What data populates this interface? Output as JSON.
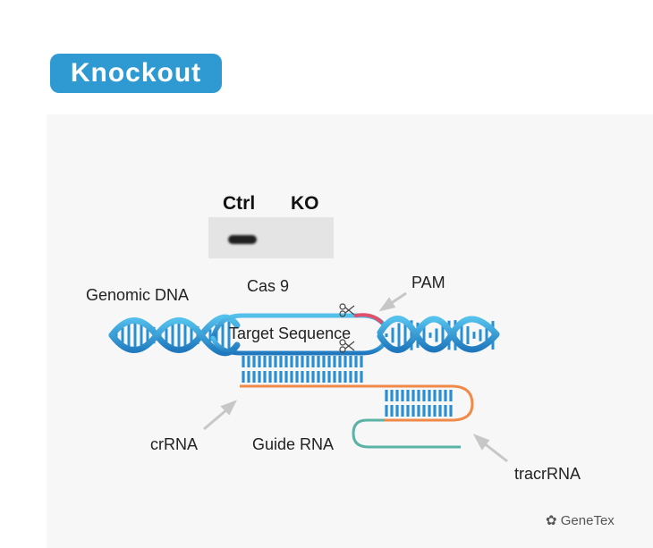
{
  "header": {
    "title": "Knockout"
  },
  "western_blot": {
    "lane1": "Ctrl",
    "lane2": "KO"
  },
  "labels": {
    "cas9": "Cas 9",
    "genomic_dna": "Genomic DNA",
    "pam": "PAM",
    "target_sequence": "Target Sequence",
    "crrna": "crRNA",
    "guide_rna": "Guide RNA",
    "tracrrna": "tracrRNA"
  },
  "watermark": {
    "text": "GeneTex"
  },
  "colors": {
    "badge": "#2f9ad2",
    "dna_blue": "#2a8fd0",
    "rna_orange": "#f08a48",
    "rna_teal": "#5bb3a6",
    "pam_red": "#e0506a"
  }
}
